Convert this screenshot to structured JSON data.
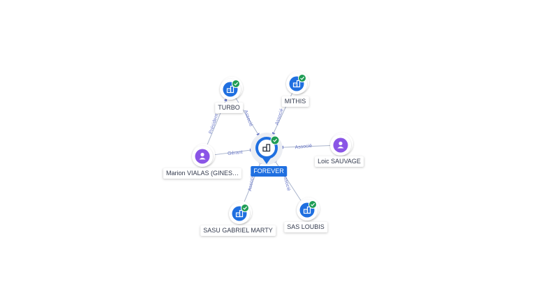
{
  "colors": {
    "company": "#1f6fe0",
    "person": "#8a55e6",
    "check": "#1f9d55",
    "edge": "#a9b4cc",
    "edge_label": "#6a78c8"
  },
  "nodes": [
    {
      "id": "forever",
      "label": "FOREVER",
      "kind": "company",
      "focus": true,
      "verified": true,
      "icon": "building-icon"
    },
    {
      "id": "turbo",
      "label": "TURBO",
      "kind": "company",
      "verified": true,
      "icon": "building-icon"
    },
    {
      "id": "mithis",
      "label": "MITHIS",
      "kind": "company",
      "verified": true,
      "icon": "building-icon"
    },
    {
      "id": "marion",
      "label": "Marion VIALAS (GINES…",
      "kind": "person",
      "icon": "person-icon"
    },
    {
      "id": "loic",
      "label": "Loic SAUVAGE",
      "kind": "person",
      "icon": "person-icon"
    },
    {
      "id": "sasu",
      "label": "SASU GABRIEL MARTY",
      "kind": "company",
      "verified": true,
      "icon": "building-icon"
    },
    {
      "id": "loubis",
      "label": "SAS LOUBIS",
      "kind": "company",
      "verified": true,
      "icon": "building-icon"
    }
  ],
  "edges": [
    {
      "from": "turbo",
      "to": "forever",
      "label": "Associé"
    },
    {
      "from": "mithis",
      "to": "forever",
      "label": "Associé"
    },
    {
      "from": "marion",
      "to": "forever",
      "label": "Gérant"
    },
    {
      "from": "loic",
      "to": "forever",
      "label": "Associé"
    },
    {
      "from": "sasu",
      "to": "forever",
      "label": "Associé"
    },
    {
      "from": "loubis",
      "to": "forever",
      "label": "Associé"
    },
    {
      "from": "marion",
      "to": "turbo",
      "label": "Président"
    }
  ]
}
